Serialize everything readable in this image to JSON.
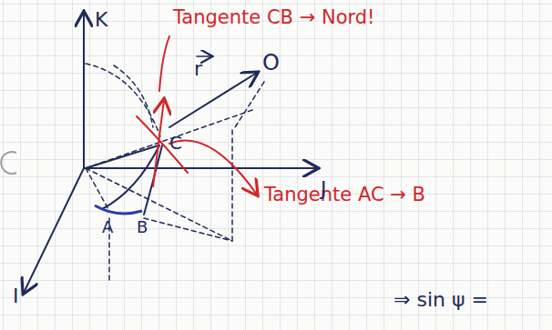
{
  "diagram": {
    "labels": [
      "K",
      "Tangente CB → Nord!",
      "r",
      "O",
      "C",
      "Tangente AC → B",
      "J",
      "A",
      "B",
      "I",
      "⇒ sin ψ ="
    ]
  }
}
